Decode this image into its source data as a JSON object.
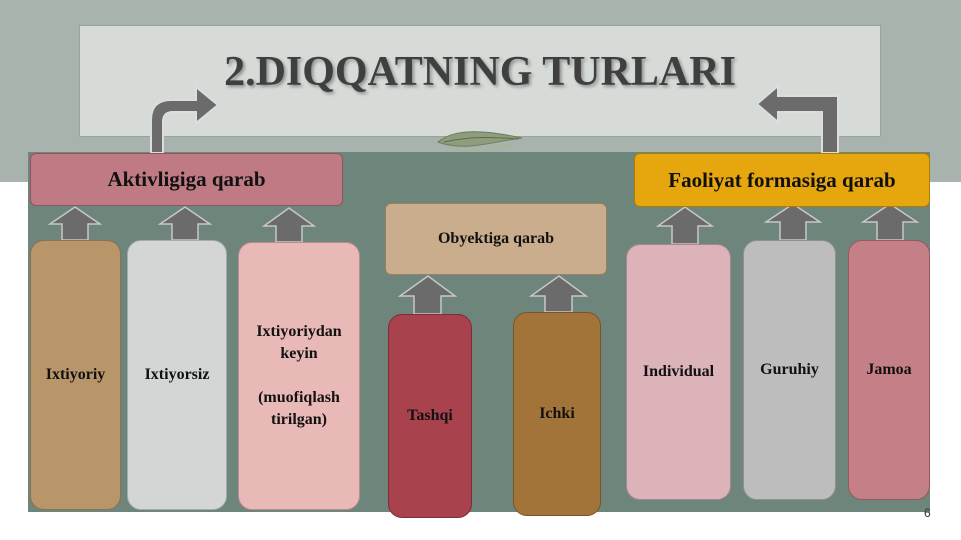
{
  "title": "2.DIQQATNING TURLARI",
  "groups": {
    "activity": {
      "label": "Aktivligiga qarab",
      "items": [
        "Ixtiyoriy",
        "Ixtiyorsiz",
        "Ixtiyoriydan\nkeyin\n\n(muofiqlash\ntirilgan)"
      ]
    },
    "object": {
      "label": "Obyektiga qarab",
      "items": [
        "Tashqi",
        "Ichki"
      ]
    },
    "form": {
      "label": "Faoliyat formasiga qarab",
      "items": [
        "Individual",
        "Guruhiy",
        "Jamoa"
      ]
    }
  },
  "page_number": "6",
  "colors": {
    "background_top": "#a9b3ad",
    "panel": "#6d857b",
    "arrow": "#6b6b6b",
    "activity_header": "#c07a84",
    "object_header": "#c9ad8c",
    "form_header": "#e5a60e"
  }
}
